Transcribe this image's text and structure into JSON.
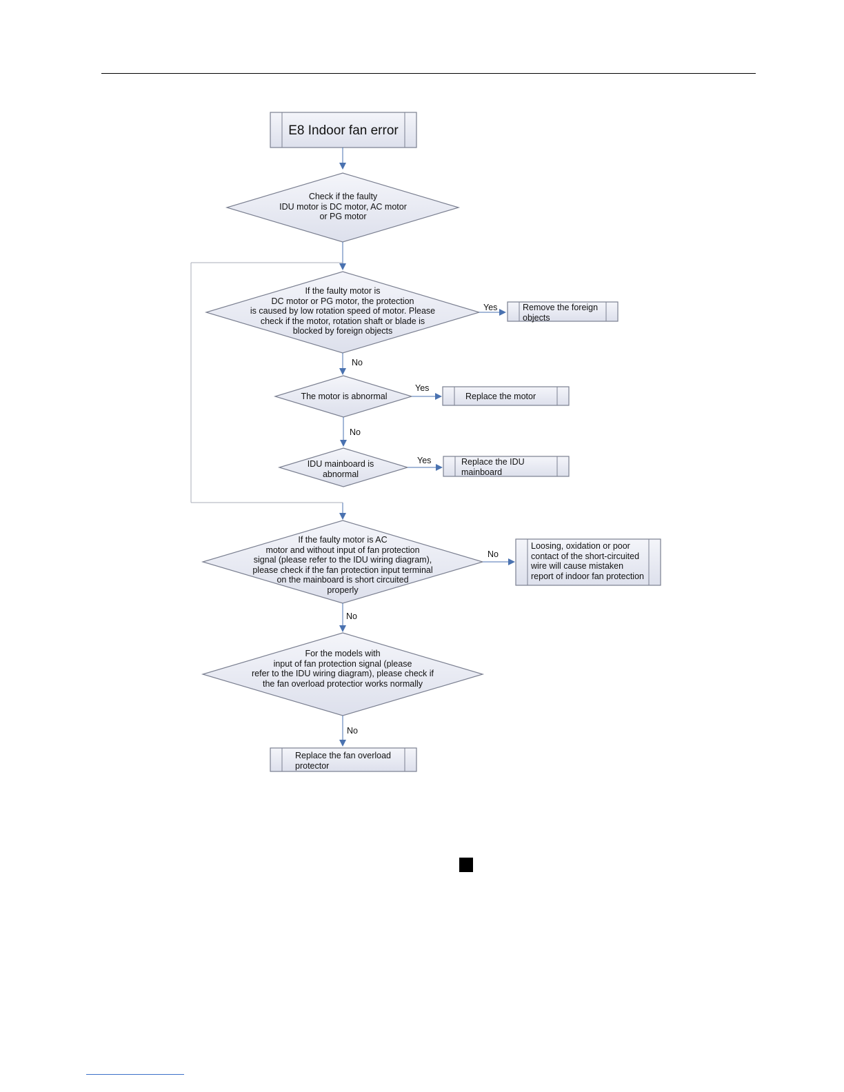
{
  "flowchart": {
    "title": "E8 Indoor fan error",
    "check_motor_type": "Check if the faulty\nIDU motor is DC motor, AC motor\nor PG motor",
    "dc_pg_blocked": "If the faulty motor is\nDC motor or PG motor, the protection\nis caused by low rotation speed of motor. Please\ncheck if the motor, rotation shaft or blade is\nblocked by foreign objects",
    "remove_foreign": "Remove the foreign\nobjects",
    "motor_abnormal": "The motor is abnormal",
    "replace_motor": "Replace the motor",
    "mainboard_abnormal": "IDU mainboard is\nabnormal",
    "replace_mainboard": "Replace the IDU\nmainboard",
    "ac_short_check": "If the faulty motor is AC\nmotor and without input of fan protection\nsignal (please refer to the IDU wiring diagram),\nplease check if the fan protection input terminal\non the mainboard is short circuited\nproperly",
    "loosing_note": "Loosing, oxidation or poor\ncontact of the short-circuited\nwire will cause mistaken\nreport of indoor fan protection",
    "overload_check": "For the models with\ninput of fan protection signal (please\nrefer to the IDU wiring diagram), please check if\nthe fan overload protectior works normally",
    "replace_overload": "Replace the fan overload\nprotector",
    "label_yes": "Yes",
    "label_no": "No"
  }
}
